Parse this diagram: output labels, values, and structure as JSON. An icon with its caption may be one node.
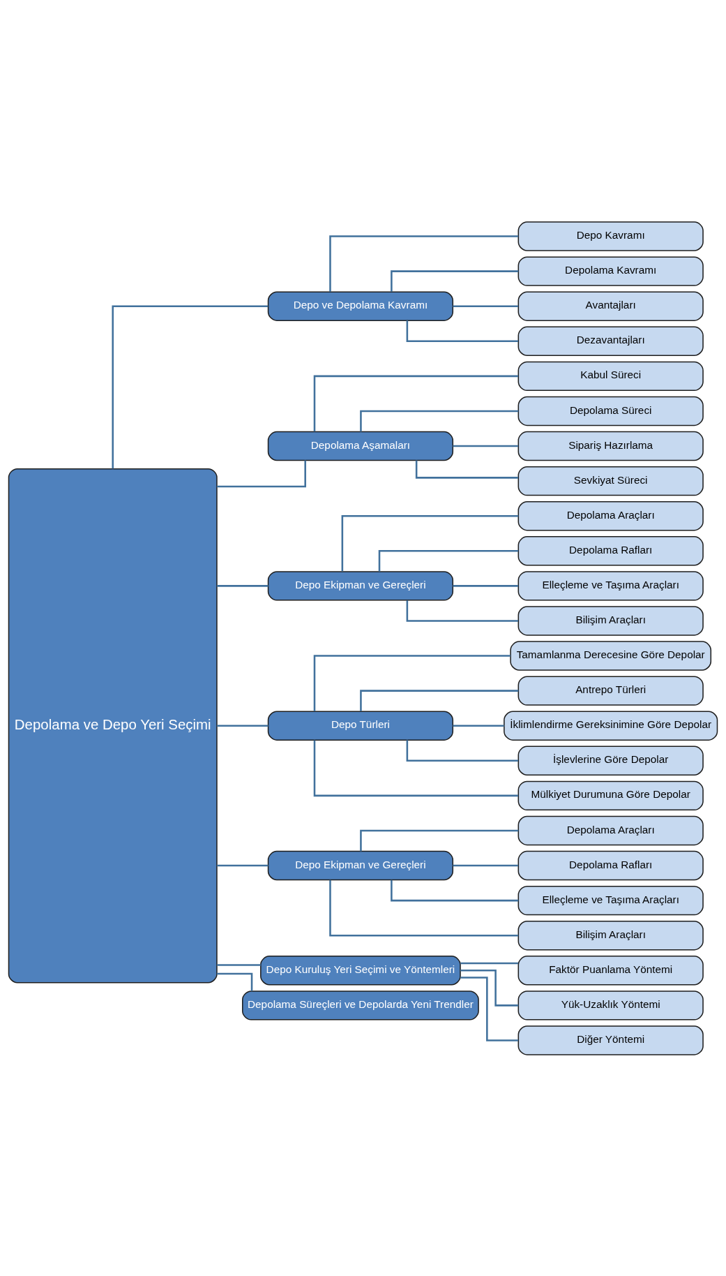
{
  "diagram": {
    "nodes": [
      {
        "text": [
          "Depolama ve Depo Yeri Seçimi"
        ]
      },
      {
        "text": [
          "Depo ve Depolama Kavramı"
        ]
      },
      {
        "text": [
          "Depo Kavramı"
        ]
      },
      {
        "text": [
          "Depolama Kavramı"
        ]
      },
      {
        "text": [
          "Avantajları"
        ]
      },
      {
        "text": [
          "Dezavantajları"
        ]
      },
      {
        "text": [
          "Depolama Aşamaları"
        ]
      },
      {
        "text": [
          "Kabul Süreci"
        ]
      },
      {
        "text": [
          "Depolama Süreci"
        ]
      },
      {
        "text": [
          "Sipariş Hazırlama"
        ]
      },
      {
        "text": [
          "Sevkiyat Süreci"
        ]
      },
      {
        "text": [
          "Depo Ekipman ve Gereçleri"
        ]
      },
      {
        "text": [
          "Depolama Araçları"
        ]
      },
      {
        "text": [
          "Depolama Rafları"
        ]
      },
      {
        "text": [
          "Elleçleme ve Taşıma Araçları"
        ]
      },
      {
        "text": [
          "Bilişim Araçları"
        ]
      },
      {
        "text": [
          "Depo Türleri"
        ]
      },
      {
        "text": [
          "Tamamlanma Derecesine Göre Depolar"
        ]
      },
      {
        "text": [
          "Antrepo Türleri"
        ]
      },
      {
        "text": [
          "İklimlendirme Gereksinimine Göre Depolar"
        ]
      },
      {
        "text": [
          "İşlevlerine Göre Depolar"
        ]
      },
      {
        "text": [
          "Mülkiyet Durumuna Göre Depolar"
        ]
      },
      {
        "text": [
          "Depo Ekipman ve Gereçleri"
        ]
      },
      {
        "text": [
          "Depolama Araçları"
        ]
      },
      {
        "text": [
          "Depolama Rafları"
        ]
      },
      {
        "text": [
          "Elleçleme ve Taşıma Araçları"
        ]
      },
      {
        "text": [
          "Bilişim Araçları"
        ]
      },
      {
        "text": [
          "Depo Kuruluş Yeri Seçimi ve Yöntemleri"
        ]
      },
      {
        "text": [
          "Faktör Puanlama Yöntemi"
        ]
      },
      {
        "text": [
          "Yük-Uzaklık Yöntemi"
        ]
      },
      {
        "text": [
          "Diğer Yöntemi"
        ]
      },
      {
        "text": [
          "Depolama Süreçleri ve Depolarda Yeni Trendler"
        ]
      }
    ],
    "edges": [
      {
        "from": 0,
        "to": 1,
        "arrow": "none"
      },
      {
        "from": 0,
        "to": 6,
        "arrow": "none"
      },
      {
        "from": 0,
        "to": 11,
        "arrow": "none"
      },
      {
        "from": 0,
        "to": 16,
        "arrow": "none"
      },
      {
        "from": 0,
        "to": 22,
        "arrow": "none"
      },
      {
        "from": 0,
        "to": 27,
        "arrow": "none"
      },
      {
        "from": 0,
        "to": 31,
        "arrow": "none"
      },
      {
        "from": 1,
        "to": 2,
        "arrow": "none"
      },
      {
        "from": 1,
        "to": 3,
        "arrow": "none"
      },
      {
        "from": 1,
        "to": 4,
        "arrow": "none"
      },
      {
        "from": 1,
        "to": 5,
        "arrow": "none"
      },
      {
        "from": 6,
        "to": 7,
        "arrow": "none"
      },
      {
        "from": 6,
        "to": 8,
        "arrow": "none"
      },
      {
        "from": 6,
        "to": 9,
        "arrow": "none"
      },
      {
        "from": 6,
        "to": 10,
        "arrow": "none"
      },
      {
        "from": 11,
        "to": 12,
        "arrow": "none"
      },
      {
        "from": 11,
        "to": 13,
        "arrow": "none"
      },
      {
        "from": 11,
        "to": 14,
        "arrow": "none"
      },
      {
        "from": 11,
        "to": 15,
        "arrow": "none"
      },
      {
        "from": 16,
        "to": 17,
        "arrow": "none"
      },
      {
        "from": 16,
        "to": 18,
        "arrow": "none"
      },
      {
        "from": 16,
        "to": 19,
        "arrow": "none"
      },
      {
        "from": 16,
        "to": 20,
        "arrow": "none"
      },
      {
        "from": 16,
        "to": 21,
        "arrow": "none"
      },
      {
        "from": 22,
        "to": 23,
        "arrow": "none"
      },
      {
        "from": 22,
        "to": 24,
        "arrow": "none"
      },
      {
        "from": 22,
        "to": 25,
        "arrow": "none"
      },
      {
        "from": 22,
        "to": 26,
        "arrow": "none"
      },
      {
        "from": 27,
        "to": 28,
        "arrow": "none"
      },
      {
        "from": 27,
        "to": 29,
        "arrow": "none"
      },
      {
        "from": 27,
        "to": 30,
        "arrow": "none"
      }
    ]
  }
}
